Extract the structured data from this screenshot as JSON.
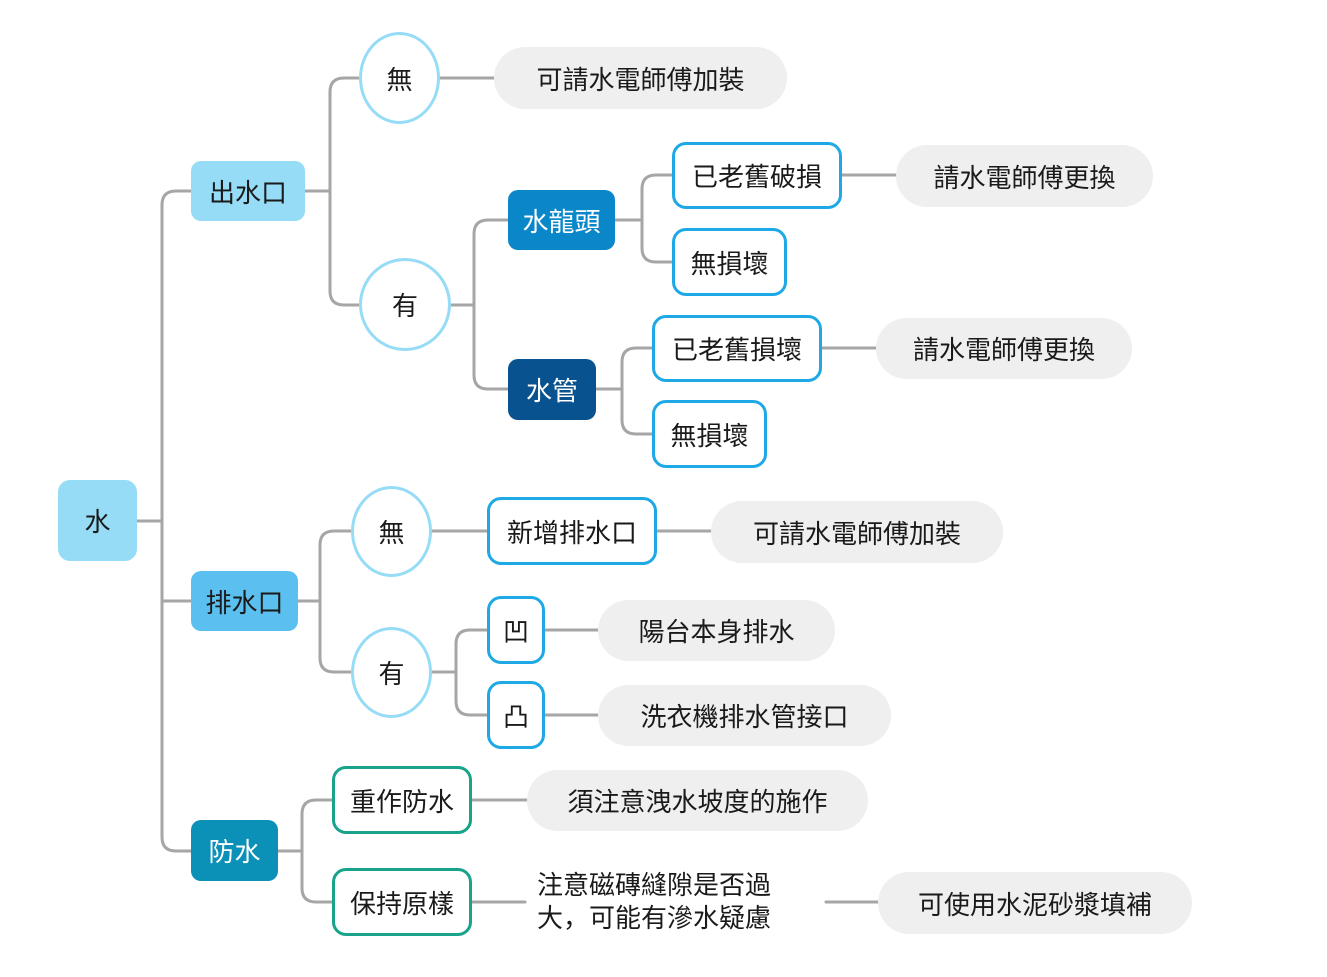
{
  "root": "水",
  "outlet": {
    "label": "出水口",
    "none": {
      "label": "無",
      "note": "可請水電師傅加裝"
    },
    "yes": {
      "label": "有",
      "faucet": {
        "label": "水龍頭",
        "damaged": "已老舊破損",
        "damaged_note": "請水電師傅更換",
        "ok": "無損壞"
      },
      "pipe": {
        "label": "水管",
        "damaged": "已老舊損壞",
        "damaged_note": "請水電師傅更換",
        "ok": "無損壞"
      }
    }
  },
  "drain": {
    "label": "排水口",
    "none": {
      "label": "無",
      "action": "新增排水口",
      "note": "可請水電師傅加裝"
    },
    "yes": {
      "label": "有",
      "concave": {
        "label": "凹",
        "note": "陽台本身排水"
      },
      "convex": {
        "label": "凸",
        "note": "洗衣機排水管接口"
      }
    }
  },
  "waterproof": {
    "label": "防水",
    "redo": {
      "label": "重作防水",
      "note": "須注意洩水坡度的施作"
    },
    "keep": {
      "label": "保持原樣",
      "caution": "注意磁磚縫隙是否過大，可能有滲水疑慮",
      "note": "可使用水泥砂漿填補"
    }
  }
}
